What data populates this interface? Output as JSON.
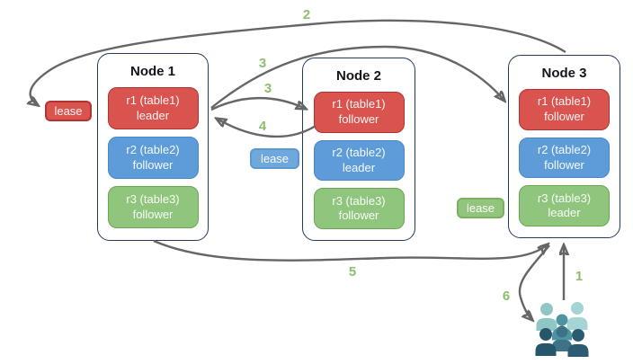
{
  "nodes": [
    {
      "title": "Node 1",
      "replicas": [
        {
          "name": "r1 (table1)",
          "role": "leader",
          "color": "red"
        },
        {
          "name": "r2 (table2)",
          "role": "follower",
          "color": "blue"
        },
        {
          "name": "r3 (table3)",
          "role": "follower",
          "color": "green"
        }
      ]
    },
    {
      "title": "Node 2",
      "replicas": [
        {
          "name": "r1 (table1)",
          "role": "follower",
          "color": "red"
        },
        {
          "name": "r2 (table2)",
          "role": "leader",
          "color": "blue"
        },
        {
          "name": "r3 (table3)",
          "role": "follower",
          "color": "green"
        }
      ]
    },
    {
      "title": "Node 3",
      "replicas": [
        {
          "name": "r1 (table1)",
          "role": "follower",
          "color": "red"
        },
        {
          "name": "r2 (table2)",
          "role": "follower",
          "color": "blue"
        },
        {
          "name": "r3 (table3)",
          "role": "leader",
          "color": "green"
        }
      ]
    }
  ],
  "leases": [
    {
      "label": "lease",
      "color": "red"
    },
    {
      "label": "lease",
      "color": "blue"
    },
    {
      "label": "lease",
      "color": "green"
    }
  ],
  "arrow_labels": [
    {
      "text": "2"
    },
    {
      "text": "3"
    },
    {
      "text": "3"
    },
    {
      "text": "4"
    },
    {
      "text": "5"
    },
    {
      "text": "1"
    },
    {
      "text": "6"
    }
  ],
  "colors": {
    "replica_red": "#D9534F",
    "replica_red_border": "#B03431",
    "replica_blue": "#5D9CD8",
    "replica_blue_border": "#4A86C8",
    "replica_green": "#8FC57C",
    "replica_green_border": "#6AA84F",
    "node_border": "#24395B",
    "arrow": "#666666",
    "label_green": "#8CBE6D"
  },
  "users_icon": {
    "name": "users-group-icon",
    "colors": [
      "#8FC7C4",
      "#A4D4D3",
      "#4E93A1",
      "#3E7387",
      "#27566B",
      "#2B5B70"
    ]
  }
}
